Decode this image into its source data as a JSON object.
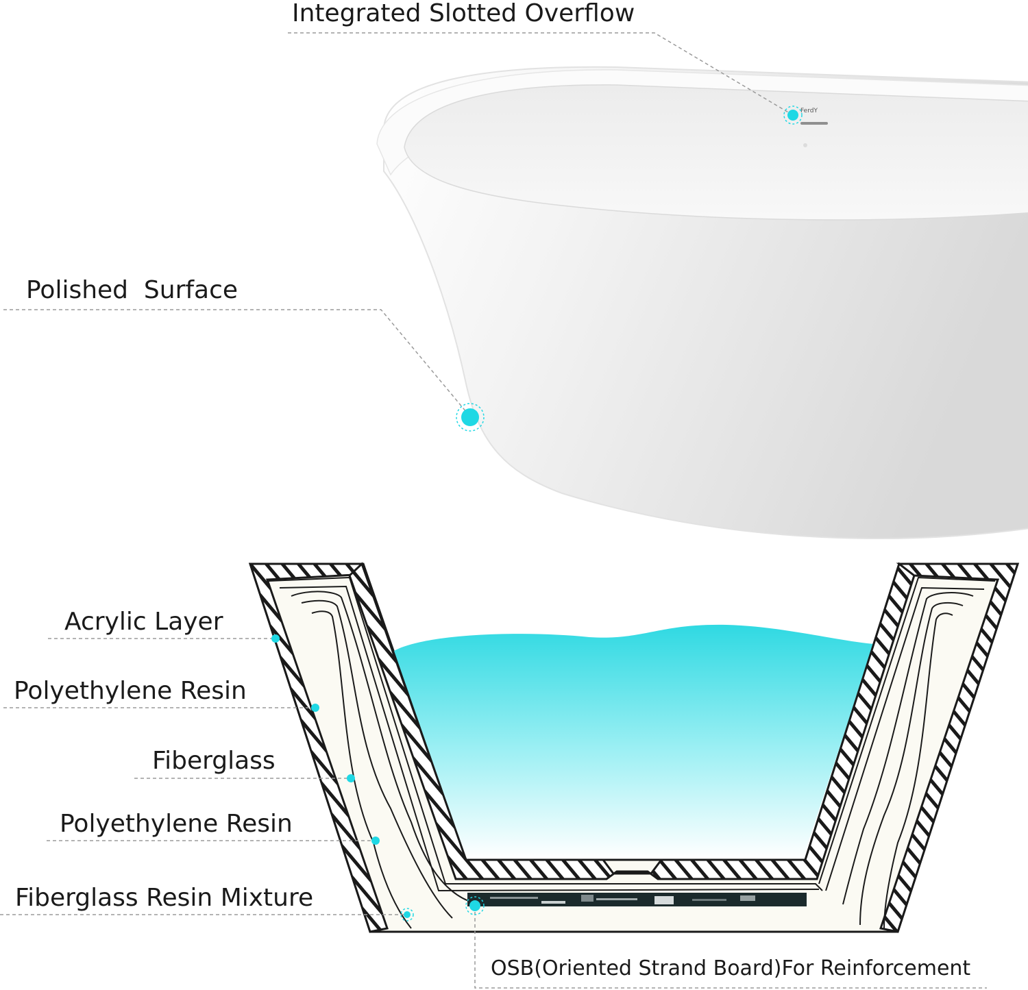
{
  "callouts": {
    "overflow": "Integrated Slotted Overflow",
    "surface": "Polished  Surface",
    "acrylic": "Acrylic Layer",
    "resin_1": "Polyethylene Resin",
    "fiberglass": "Fiberglass",
    "resin_2": "Polyethylene Resin",
    "mixture": "Fiberglass Resin Mixture",
    "osb": "OSB(Oriented Strand Board)For Reinforcement"
  },
  "tub": {
    "brand": "FerdY"
  },
  "colors": {
    "accent": "#1fd8e4",
    "water_top": "#2fd9e2",
    "water_bottom": "#ffffff",
    "outline": "#1a1a1a",
    "leader": "#9a9a9a",
    "core": "#fbfaf3"
  }
}
